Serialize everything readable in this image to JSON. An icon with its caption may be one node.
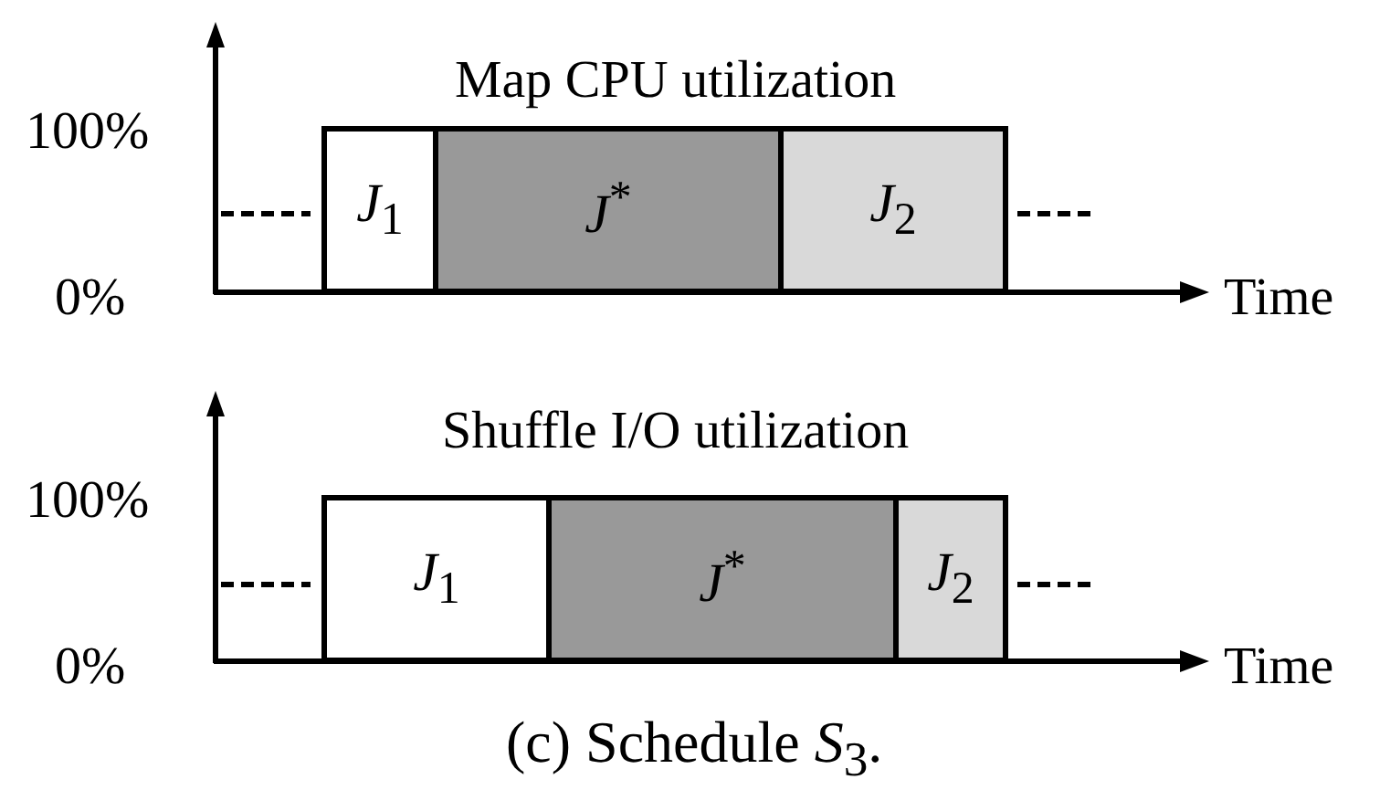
{
  "diagram": {
    "caption": "(c) Schedule *S*$_{3}$.",
    "nodes": [
      {
        "text": [
          "*J*$_{1}$"
        ]
      },
      {
        "text": [
          "*J*$^{*}$"
        ]
      },
      {
        "text": [
          "*J*$_{2}$"
        ]
      },
      {
        "text": [
          "*J*$_{1}$"
        ]
      },
      {
        "text": [
          "*J*$^{*}$"
        ]
      },
      {
        "text": [
          "*J*$_{2}$"
        ]
      }
    ],
    "labels": [
      "Map CPU utilization",
      "100%",
      "0%",
      "Time",
      "Shuffle I/O utilization",
      "100%",
      "0%",
      "Time"
    ]
  }
}
